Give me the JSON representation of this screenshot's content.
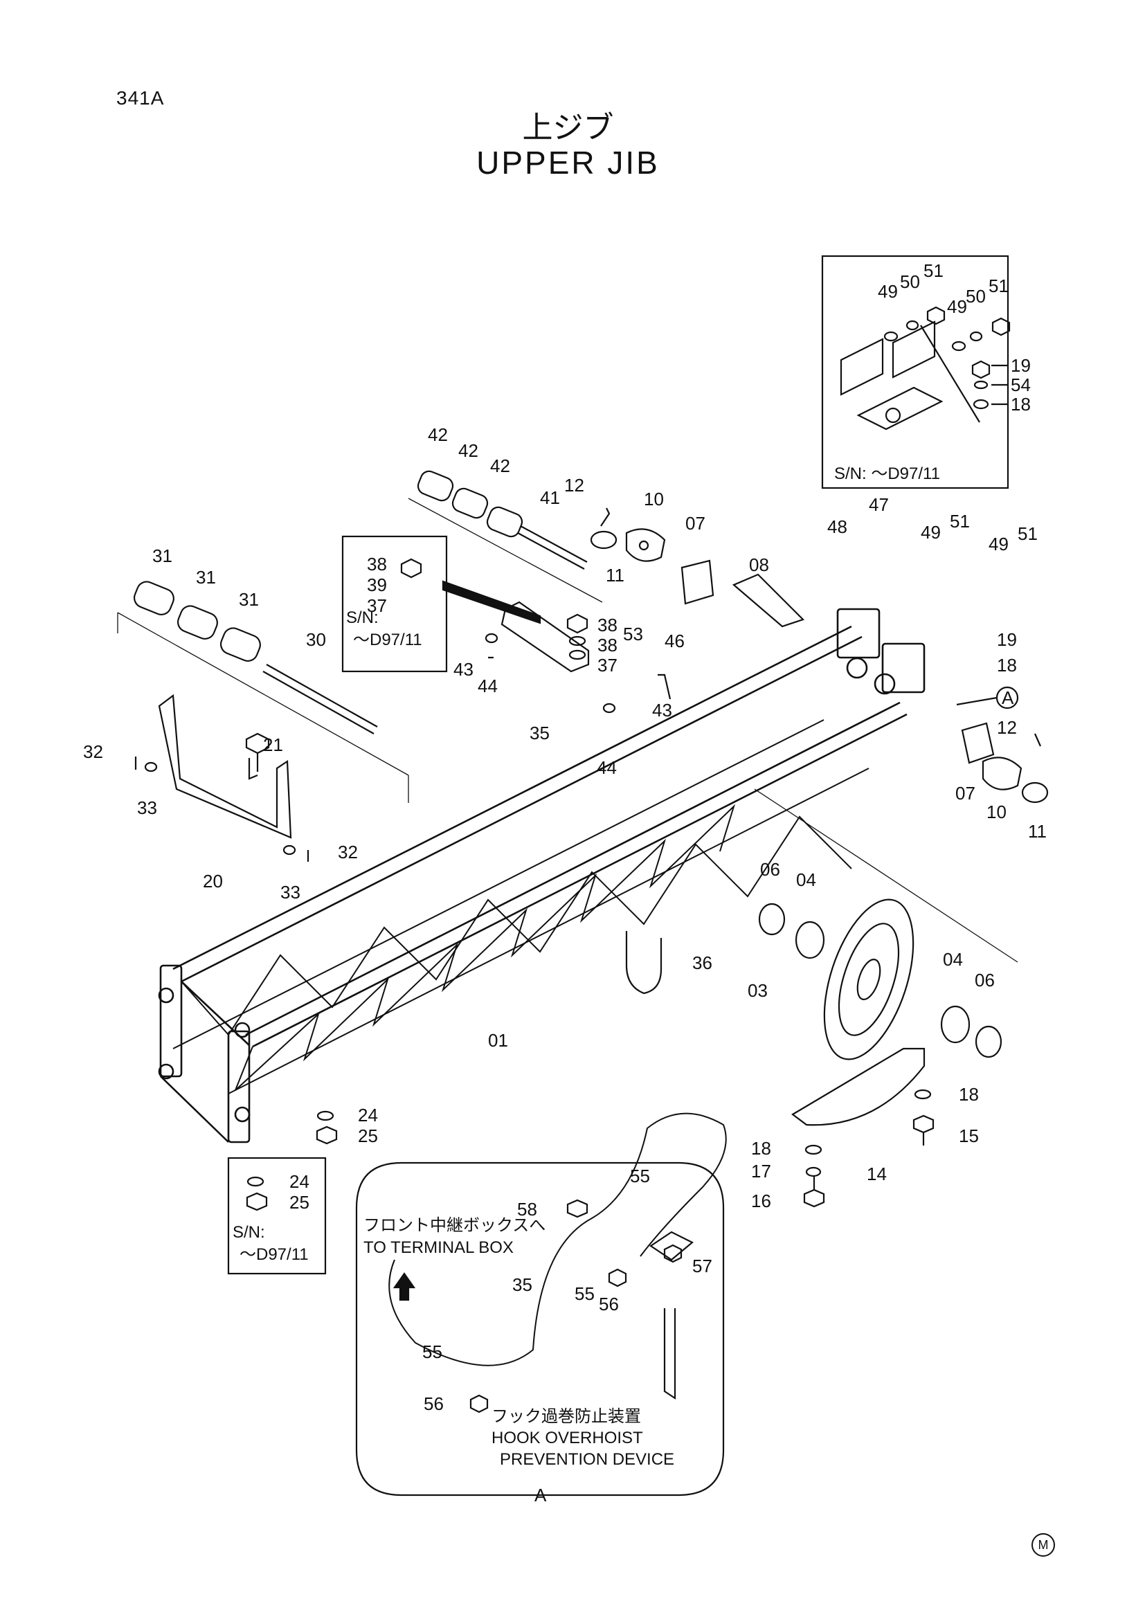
{
  "header": {
    "page_code": "341A",
    "title_jp": "上ジブ",
    "title_en": "UPPER JIB"
  },
  "insets": {
    "serial_top": "S/N:  ～D97/11",
    "serial_mid_1": "S/N:",
    "serial_mid_2": "～D97/11",
    "serial_low_1": "S/N:",
    "serial_low_2": "～D97/11",
    "detail_a_tag": "A",
    "detail_a_title": "A"
  },
  "notes": {
    "terminal_box_jp": "フロント中継ボックスへ",
    "terminal_box_en": "TO TERMINAL BOX",
    "hook_device_jp": "フック過巻防止装置",
    "hook_device_en_1": "HOOK OVERHOIST",
    "hook_device_en_2": "PREVENTION DEVICE"
  },
  "part_numbers": {
    "p01": "01",
    "p03": "03",
    "p04a": "04",
    "p04b": "04",
    "p06a": "06",
    "p06b": "06",
    "p07a": "07",
    "p07b": "07",
    "p08": "08",
    "p10a": "10",
    "p10b": "10",
    "p11a": "11",
    "p11b": "11",
    "p12a": "12",
    "p12b": "12",
    "p14": "14",
    "p15": "15",
    "p16": "16",
    "p17": "17",
    "p18a": "18",
    "p18b": "18",
    "p18c": "18",
    "p18d": "18",
    "p19a": "19",
    "p19b": "19",
    "p20": "20",
    "p21": "21",
    "p24a": "24",
    "p24b": "24",
    "p25a": "25",
    "p25b": "25",
    "p30": "30",
    "p31a": "31",
    "p31b": "31",
    "p31c": "31",
    "p32a": "32",
    "p32b": "32",
    "p33a": "33",
    "p33b": "33",
    "p35a": "35",
    "p35b": "35",
    "p36": "36",
    "p37a": "37",
    "p37b": "37",
    "p38a": "38",
    "p38b": "38",
    "p38c": "38",
    "p39": "39",
    "p41": "41",
    "p42a": "42",
    "p42b": "42",
    "p42c": "42",
    "p43a": "43",
    "p43b": "43",
    "p44a": "44",
    "p44b": "44",
    "p46": "46",
    "p47": "47",
    "p48": "48",
    "p49a": "49",
    "p49b": "49",
    "p49c": "49",
    "p49d": "49",
    "p50a": "50",
    "p50b": "50",
    "p51a": "51",
    "p51b": "51",
    "p51c": "51",
    "p51d": "51",
    "p53": "53",
    "p54": "54",
    "p55a": "55",
    "p55b": "55",
    "p55c": "55",
    "p56a": "56",
    "p56b": "56",
    "p57": "57",
    "p58": "58"
  },
  "footer": {
    "mark": "M"
  }
}
